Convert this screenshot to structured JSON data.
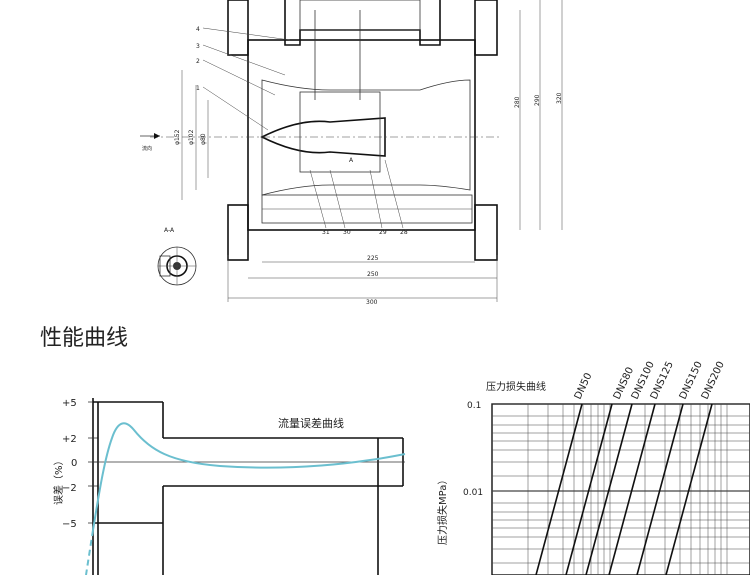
{
  "drawing": {
    "part_numbers": [
      "4",
      "3",
      "2",
      "1",
      "31",
      "30",
      "29",
      "28"
    ],
    "dims": {
      "d152": "φ152",
      "d102": "φ102",
      "d80": "φ80",
      "h280": "280",
      "h290": "290",
      "h320": "320",
      "w225": "225",
      "w250": "250",
      "w300": "300"
    },
    "flow_label": "流向",
    "section_a": "A",
    "section_aa": "A-A"
  },
  "section_title": "性能曲线",
  "error_chart": {
    "title": "流量误差曲线",
    "ylabel": "误差（%）",
    "y_ticks": [
      "+5",
      "+2",
      "0",
      "−2",
      "−5"
    ]
  },
  "pressure_chart": {
    "title": "压力损失曲线",
    "ylabel": "压力损失MPa）",
    "y_ticks": [
      "0.1",
      "0.01"
    ],
    "series": [
      "DN50",
      "DNS80",
      "DNS100",
      "DNS125",
      "DNS150",
      "DNS200"
    ]
  }
}
